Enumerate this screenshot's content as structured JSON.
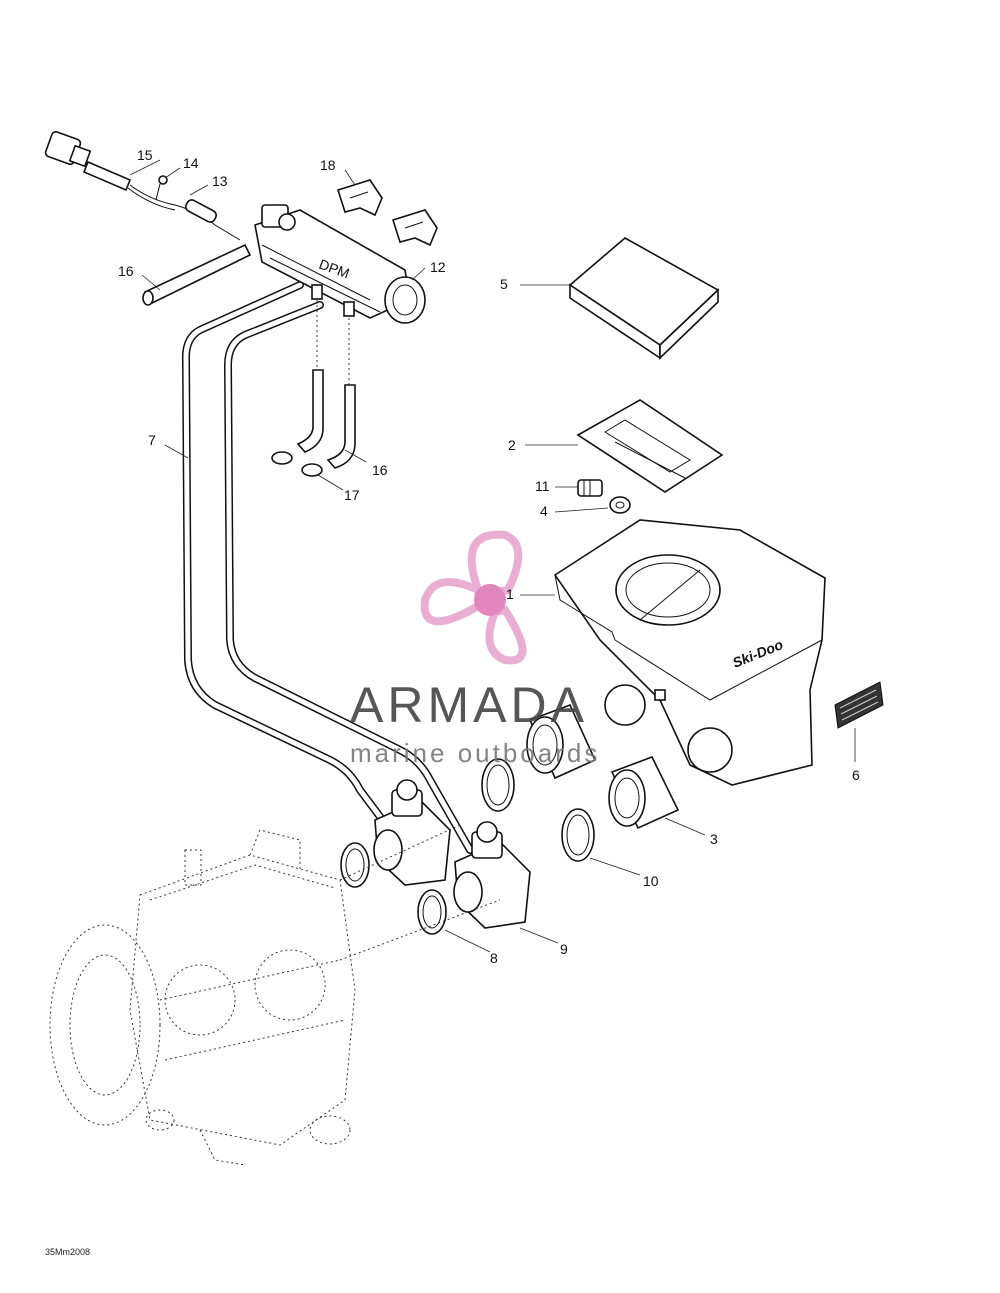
{
  "callouts": {
    "c1": "1",
    "c2": "2",
    "c3": "3",
    "c4": "4",
    "c5": "5",
    "c6": "6",
    "c7": "7",
    "c8": "8",
    "c9": "9",
    "c10": "10",
    "c11": "11",
    "c12": "12",
    "c13": "13",
    "c14": "14",
    "c15": "15",
    "c16a": "16",
    "c16b": "16",
    "c17": "17",
    "c18": "18"
  },
  "watermark": {
    "brand": "ARMADA",
    "tagline": "marine outboards",
    "logo_color": "#e8a6cf",
    "logo_hub_color": "#e07ab8"
  },
  "airbox_label": "Ski-Doo",
  "rotax_label": "DPM",
  "drawing_code": "35Mm2008"
}
